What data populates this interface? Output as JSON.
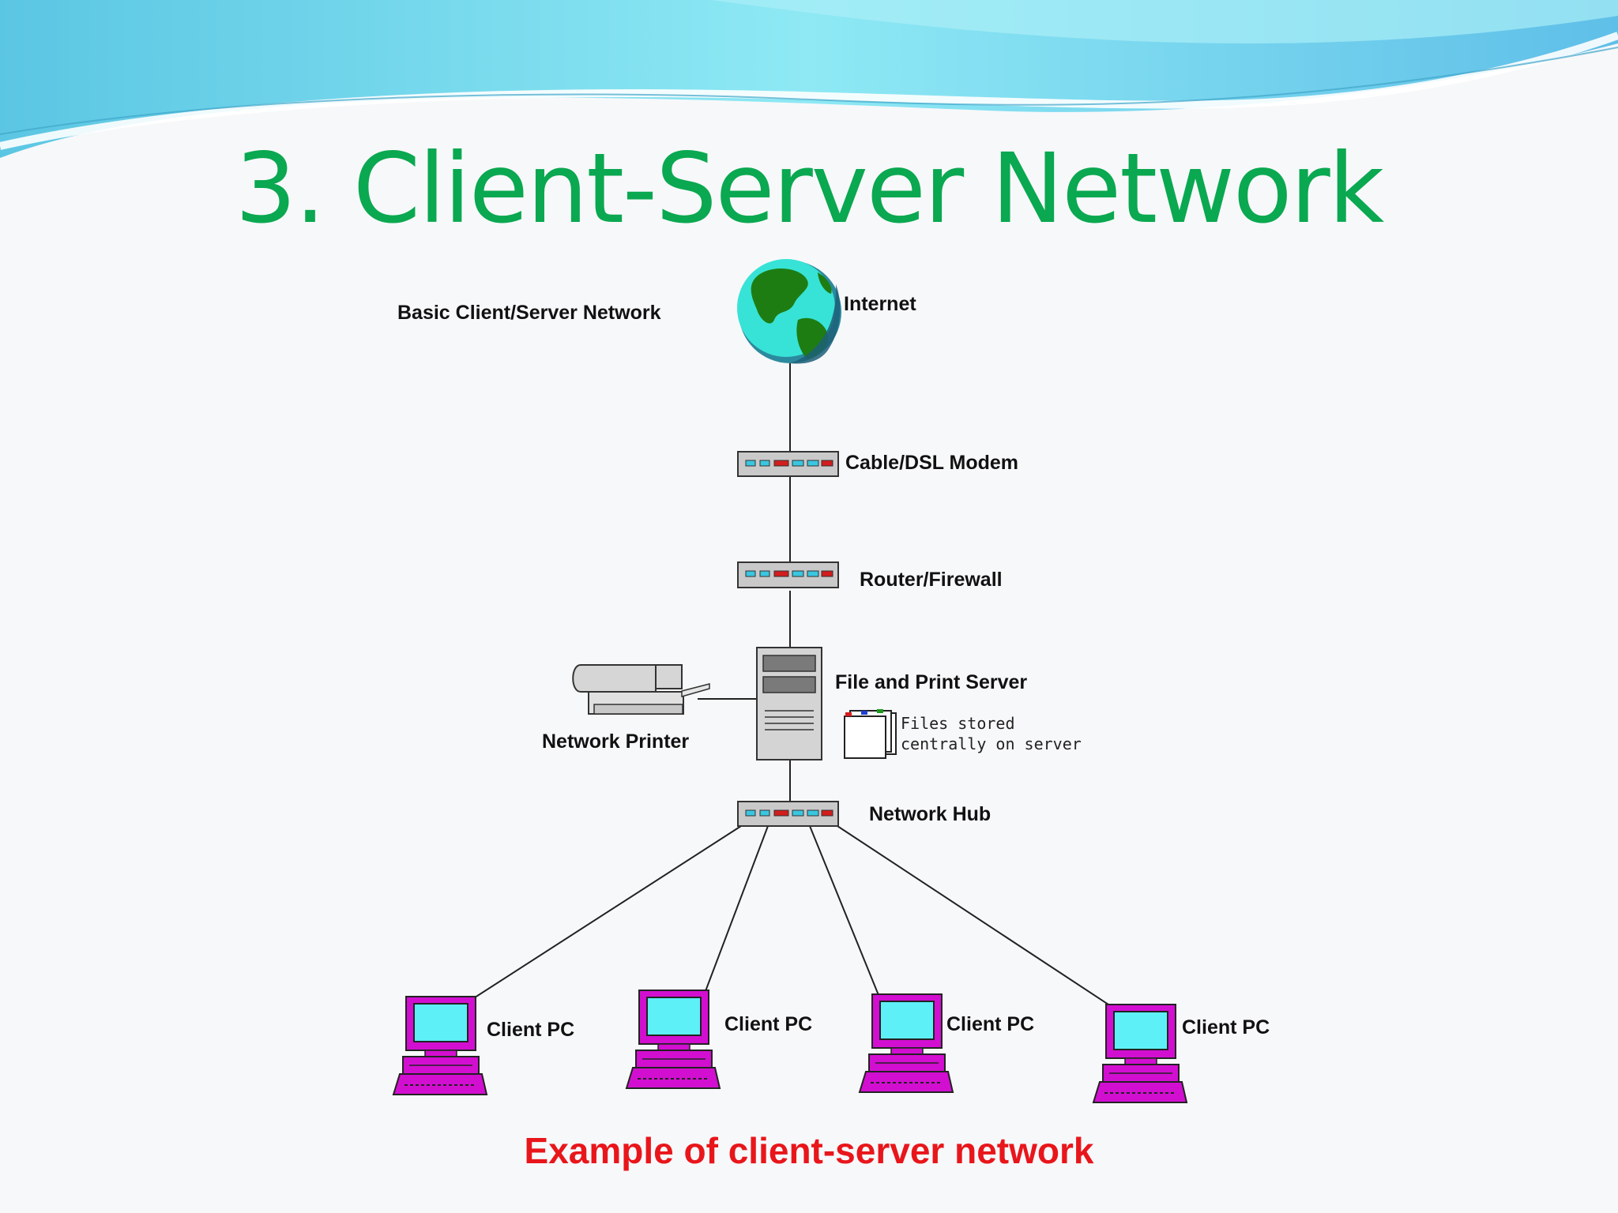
{
  "slide": {
    "title": "3. Client-Server Network",
    "caption": "Example of client-server network"
  },
  "diagram": {
    "heading": "Basic Client/Server Network",
    "internet": "Internet",
    "modem": "Cable/DSL Modem",
    "router": "Router/Firewall",
    "server": "File and Print Server",
    "files_note": [
      "Files stored",
      "centrally on server"
    ],
    "printer": "Network Printer",
    "hub": "Network Hub",
    "clients": [
      "Client PC",
      "Client PC",
      "Client PC",
      "Client PC"
    ]
  },
  "colors": {
    "title": "#0aa850",
    "caption": "#e8161b",
    "pc_body": "#d20fd0",
    "pc_screen": "#5ef0f7",
    "globe_sea": "#37e3d6",
    "globe_land": "#1e7d12",
    "wave": "#7fd6ec"
  }
}
